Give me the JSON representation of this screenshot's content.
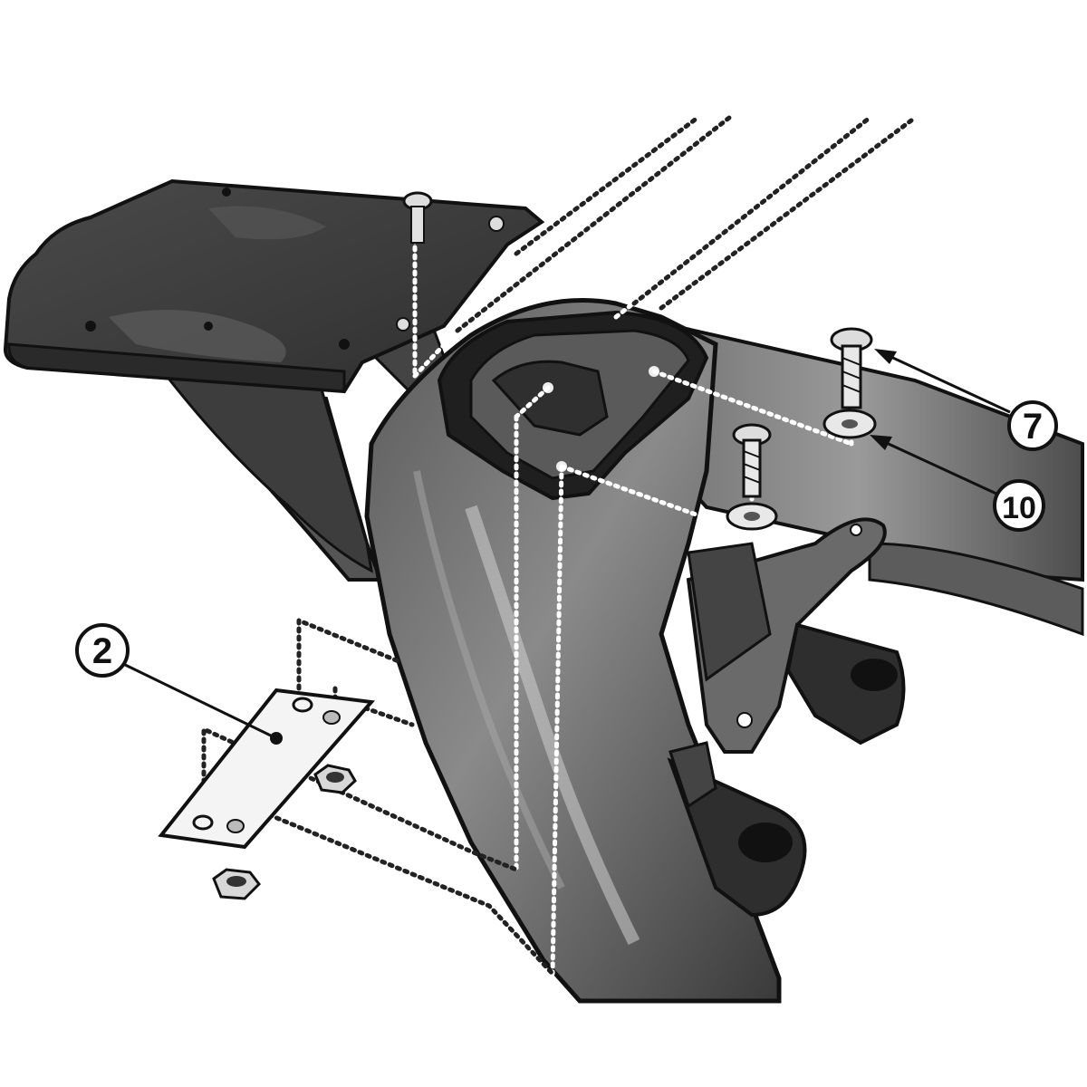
{
  "callouts": [
    {
      "id": "part-7",
      "label": "7"
    },
    {
      "id": "part-10",
      "label": "10"
    },
    {
      "id": "part-2",
      "label": "2"
    }
  ],
  "colors": {
    "background": "#ffffff",
    "ink": "#111111",
    "frame_dark": "#4a4a4a",
    "frame_mid": "#6d6d6d",
    "plate": "#3c3c3c"
  }
}
